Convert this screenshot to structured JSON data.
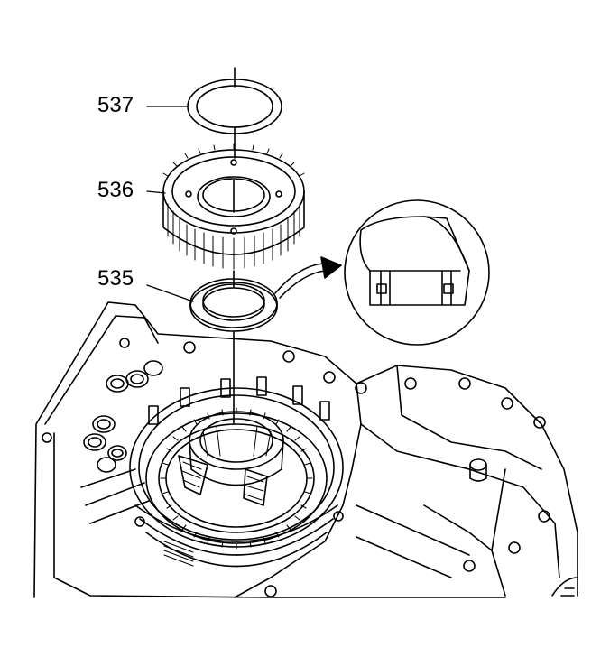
{
  "callouts": [
    {
      "id": "537"
    },
    {
      "id": "536"
    },
    {
      "id": "535"
    }
  ],
  "colors": {
    "line": "#000000",
    "background": "#ffffff"
  }
}
